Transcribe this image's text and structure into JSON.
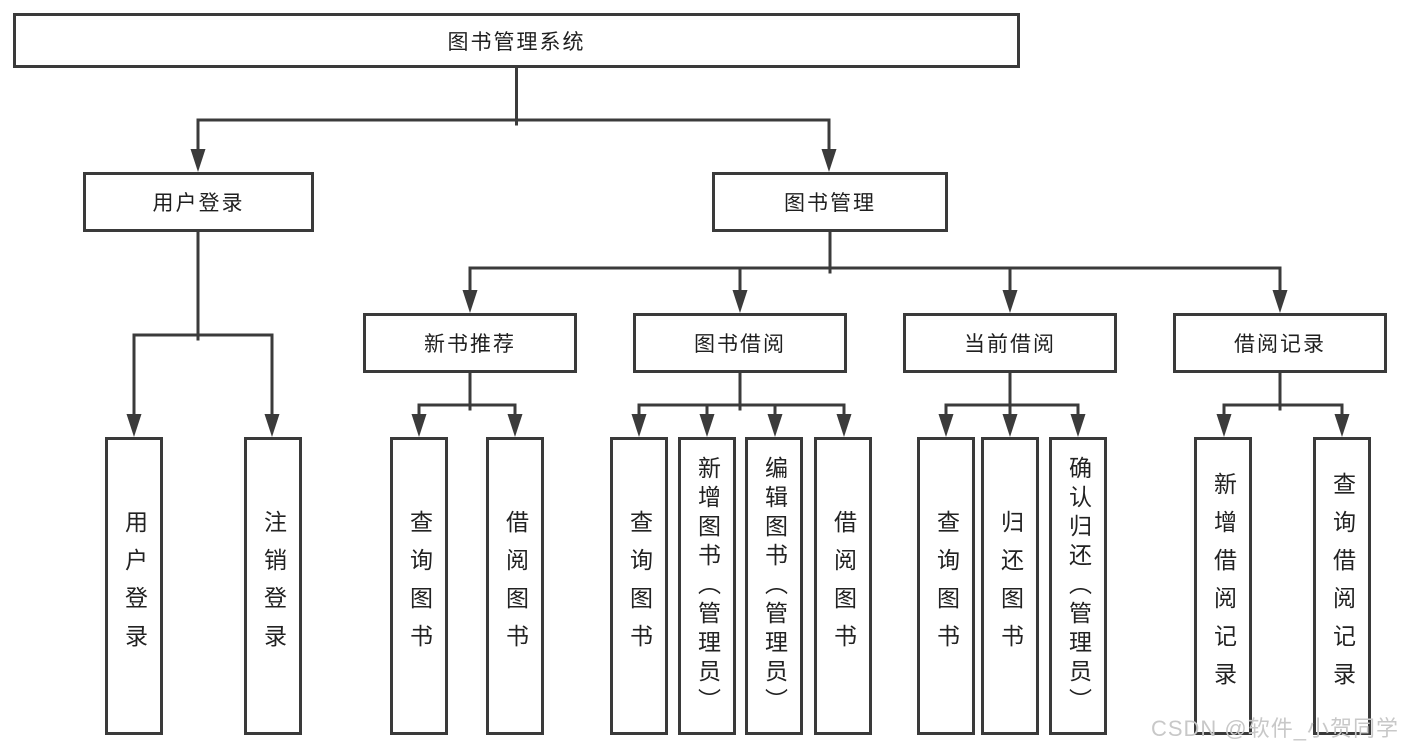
{
  "diagram": {
    "root": {
      "label": "图书管理系统"
    },
    "branches": [
      {
        "label": "用户登录",
        "children": [
          {
            "label": "用户登录"
          },
          {
            "label": "注销登录"
          }
        ]
      },
      {
        "label": "图书管理",
        "children": [
          {
            "label": "新书推荐",
            "children": [
              {
                "label": "查询图书"
              },
              {
                "label": "借阅图书"
              }
            ]
          },
          {
            "label": "图书借阅",
            "children": [
              {
                "label": "查询图书"
              },
              {
                "label": "新增图书（管理员）"
              },
              {
                "label": "编辑图书（管理员）"
              },
              {
                "label": "借阅图书"
              }
            ]
          },
          {
            "label": "当前借阅",
            "children": [
              {
                "label": "查询图书"
              },
              {
                "label": "归还图书"
              },
              {
                "label": "确认归还（管理员）"
              }
            ]
          },
          {
            "label": "借阅记录",
            "children": [
              {
                "label": "新增借阅记录"
              },
              {
                "label": "查询借阅记录"
              }
            ]
          }
        ]
      }
    ]
  },
  "watermark": {
    "text": "CSDN @软件_小贺同学"
  },
  "colors": {
    "line": "#3b3b3b",
    "box_border": "#3a3a3a",
    "box_fill": "#ffffff",
    "text": "#1f1f1f",
    "watermark": "#c8c8c8",
    "background": "#ffffff"
  }
}
